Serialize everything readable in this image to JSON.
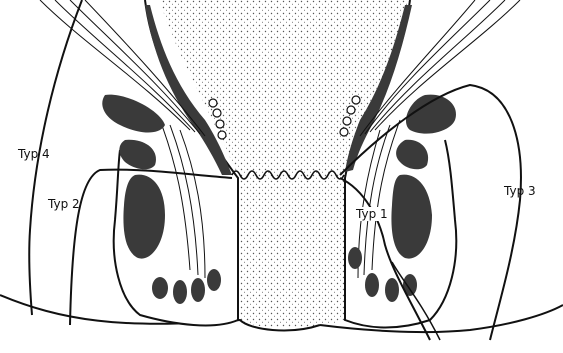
{
  "labels": {
    "typ1": "Typ 1",
    "typ2": "Typ 2",
    "typ3": "Typ 3",
    "typ4": "Typ 4"
  },
  "colors": {
    "ink": "#111111",
    "muscle": "#3a3a3a",
    "background": "#ffffff",
    "stipple": "#555555"
  }
}
